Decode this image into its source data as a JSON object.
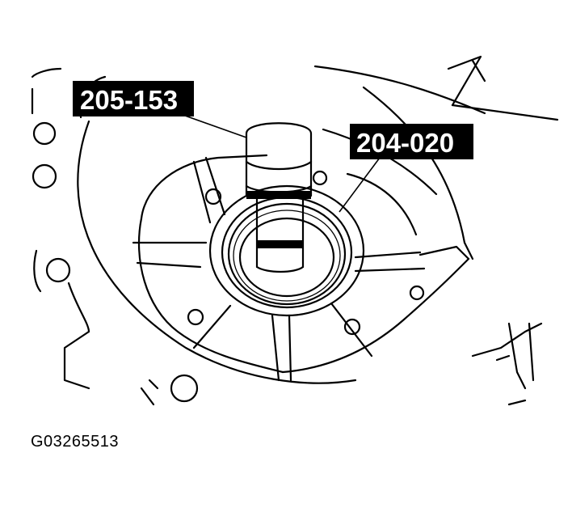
{
  "callouts": {
    "tool_a": "205-153",
    "tool_b": "204-020"
  },
  "figure_id": "G03265513",
  "colors": {
    "ink": "#000000",
    "paper": "#ffffff"
  }
}
